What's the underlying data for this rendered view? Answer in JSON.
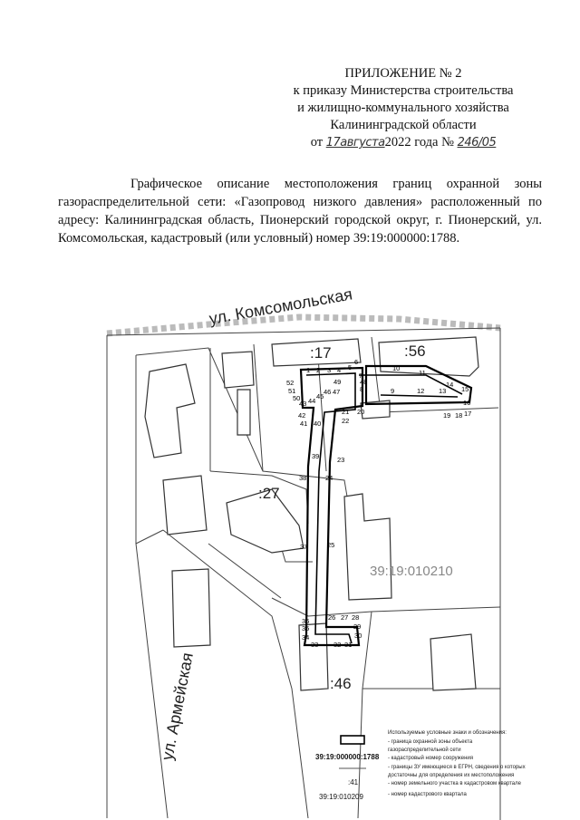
{
  "header": {
    "appendix": "ПРИЛОЖЕНИЕ № 2",
    "line2": "к приказу Министерства строительства",
    "line3": "и жилищно-коммунального хозяйства",
    "line4": "Калининградской области",
    "date_prefix": "от",
    "date_handwritten": "17августа",
    "date_suffix": "2022 года №",
    "number_handwritten": "246/05"
  },
  "description": "Графическое описание местоположения границ охранной зоны газораспределительной сети: «Газопровод низкого давления» расположенный по адресу: Калининградская область, Пионерский городской округ, г. Пионерский, ул. Комсомольская, кадастровый (или условный) номер 39:19:000000:1788.",
  "map": {
    "streets": [
      "ул. Комсомольская",
      "ул. Армейская"
    ],
    "parcels": [
      ":17",
      ":56",
      ":27",
      ":46"
    ],
    "quarter_number": "39:19:010210",
    "point_labels": [
      "1",
      "2",
      "3",
      "4",
      "5",
      "6",
      "7",
      "8",
      "9",
      "10",
      "11",
      "12",
      "13",
      "14",
      "15",
      "16",
      "17",
      "18",
      "19",
      "20",
      "21",
      "22",
      "23",
      "24",
      "25",
      "26",
      "27",
      "28",
      "29",
      "30",
      "31",
      "32",
      "33",
      "34",
      "35",
      "36",
      "37",
      "38",
      "39",
      "40",
      "41",
      "42",
      "43",
      "44",
      "45",
      "46",
      "47",
      "48",
      "49",
      "50",
      "51",
      "52"
    ]
  },
  "legend": {
    "title": "Используемые условные знаки и обозначения:",
    "items": [
      {
        "symbol": "",
        "text": "- граница охранной зоны объекта"
      },
      {
        "symbol": "",
        "text": "газораспределительной сети"
      },
      {
        "symbol": "39:19:000000:1788",
        "text": "- кадастровый номер сооружения"
      },
      {
        "symbol": "",
        "text": "- границы ЗУ имеющиеся в ЕГРН, сведения о которых"
      },
      {
        "symbol": "",
        "text": "достаточны для определения их местоположения"
      },
      {
        "symbol": ":41",
        "text": "- номер земельного участка в кадастровом квартале"
      },
      {
        "symbol": "39:19:010209",
        "text": "- номер кадастрового квартала"
      }
    ]
  }
}
